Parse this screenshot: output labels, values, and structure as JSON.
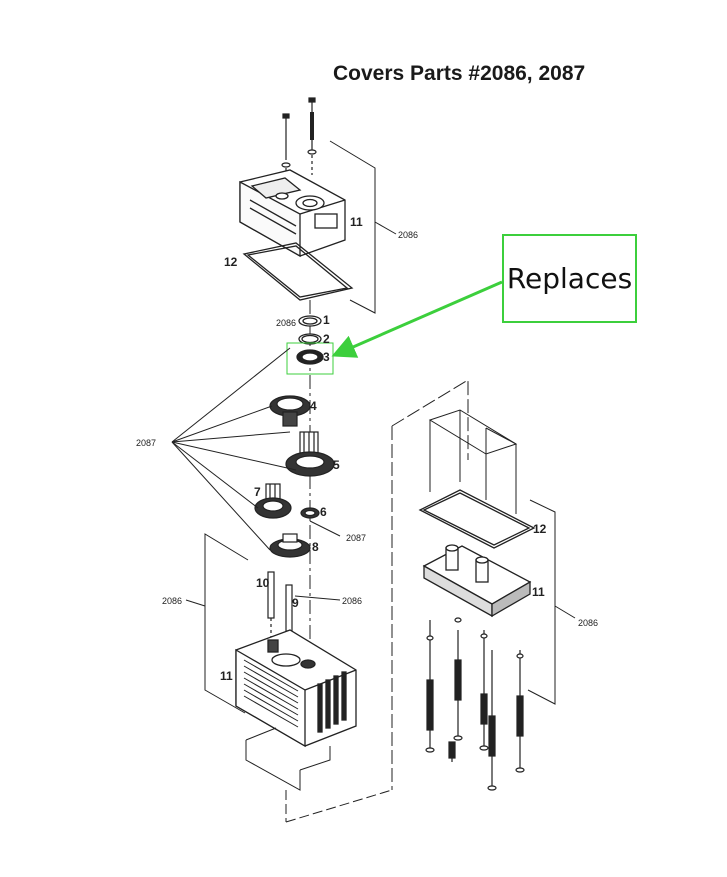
{
  "title": "Covers Parts #2086, 2087",
  "callout": {
    "label": "Replaces",
    "color": "#3ccf3c"
  },
  "labels": {
    "n1": "1",
    "n2": "2",
    "n3": "3",
    "n4": "4",
    "n5": "5",
    "n6": "6",
    "n7": "7",
    "n8": "8",
    "n9": "9",
    "n10": "10",
    "n11_top": "11",
    "n11_bottom": "11",
    "n11_right": "11",
    "n12_top": "12",
    "n12_right": "12",
    "k2086_top": "2086",
    "k2086_ring": "2086",
    "k2087_group": "2087",
    "k2087_washer": "2087",
    "k2086_pins": "2086",
    "k2086_left": "2086",
    "k2086_right": "2086"
  }
}
